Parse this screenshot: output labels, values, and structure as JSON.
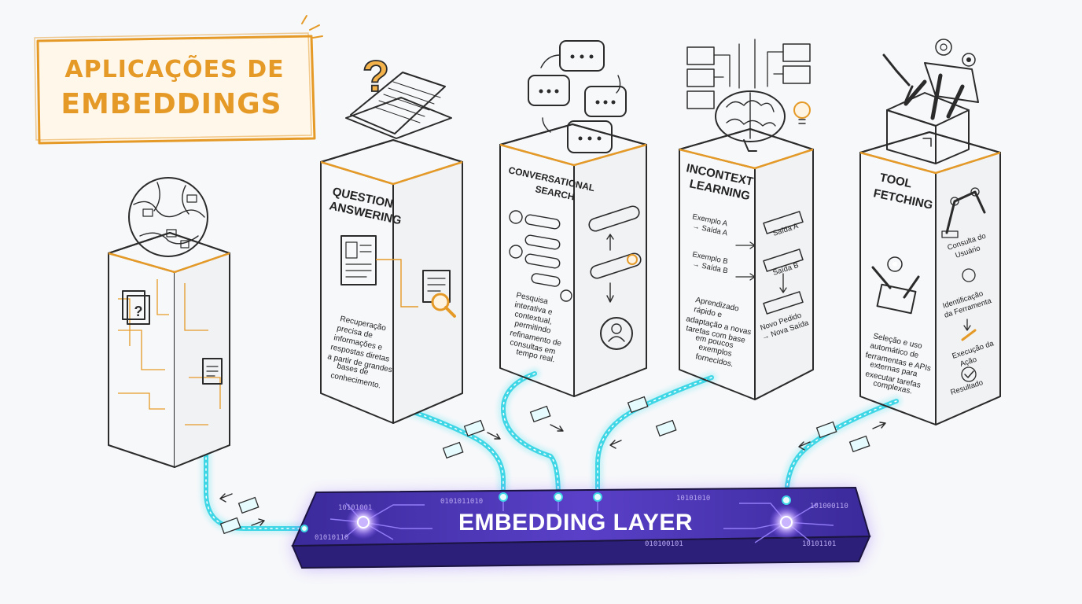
{
  "title": {
    "line1": "APLICAÇÕES DE",
    "line2": "EMBEDDINGS"
  },
  "layer": {
    "label": "EMBEDDING LAYER",
    "bits": [
      "10101001",
      "0101011010",
      "01010110",
      "10101010",
      "101000110",
      "10101101",
      "010100101"
    ]
  },
  "colors": {
    "accent": "#e59a27",
    "cyan": "#3fd6e6",
    "purple": "#5b3fc4",
    "ink": "#2b2b2b"
  },
  "pillars": {
    "qa": {
      "head": [
        "QUESTION",
        "ANSWERING"
      ],
      "body": [
        "Recuperação",
        "precisa de",
        "informações e",
        "respostas diretas",
        "a partir de grandes",
        "bases de",
        "conhecimento."
      ]
    },
    "cs": {
      "head": [
        "CONVERSATIONAL",
        "SEARCH"
      ],
      "body": [
        "Pesquisa",
        "interativa e",
        "contextual,",
        "permitindo",
        "refinamento de",
        "consultas em",
        "tempo real."
      ]
    },
    "icl": {
      "head": [
        "INCONTEXT",
        "LEARNING"
      ],
      "examples": [
        "Exemplo A",
        "→ Saída A",
        "Exemplo B",
        "→ Saída B"
      ],
      "boxes": [
        "Saída A",
        "Saída B",
        "Novo Pedido",
        "→ Nova Saída"
      ],
      "body": [
        "Aprendizado",
        "rápido e",
        "adaptação a novas",
        "tarefas com base",
        "em poucos",
        "exemplos",
        "fornecidos."
      ]
    },
    "tf": {
      "head": [
        "TOOL",
        "FETCHING"
      ],
      "steps": [
        "Consulta do",
        "Usuário",
        "Identificação",
        "da Ferramenta",
        "Execução da",
        "Ação",
        "Resultado"
      ],
      "body": [
        "Seleção e uso",
        "automático de",
        "ferramentas e APIs",
        "externas para",
        "executar tarefas",
        "complexas."
      ]
    }
  }
}
